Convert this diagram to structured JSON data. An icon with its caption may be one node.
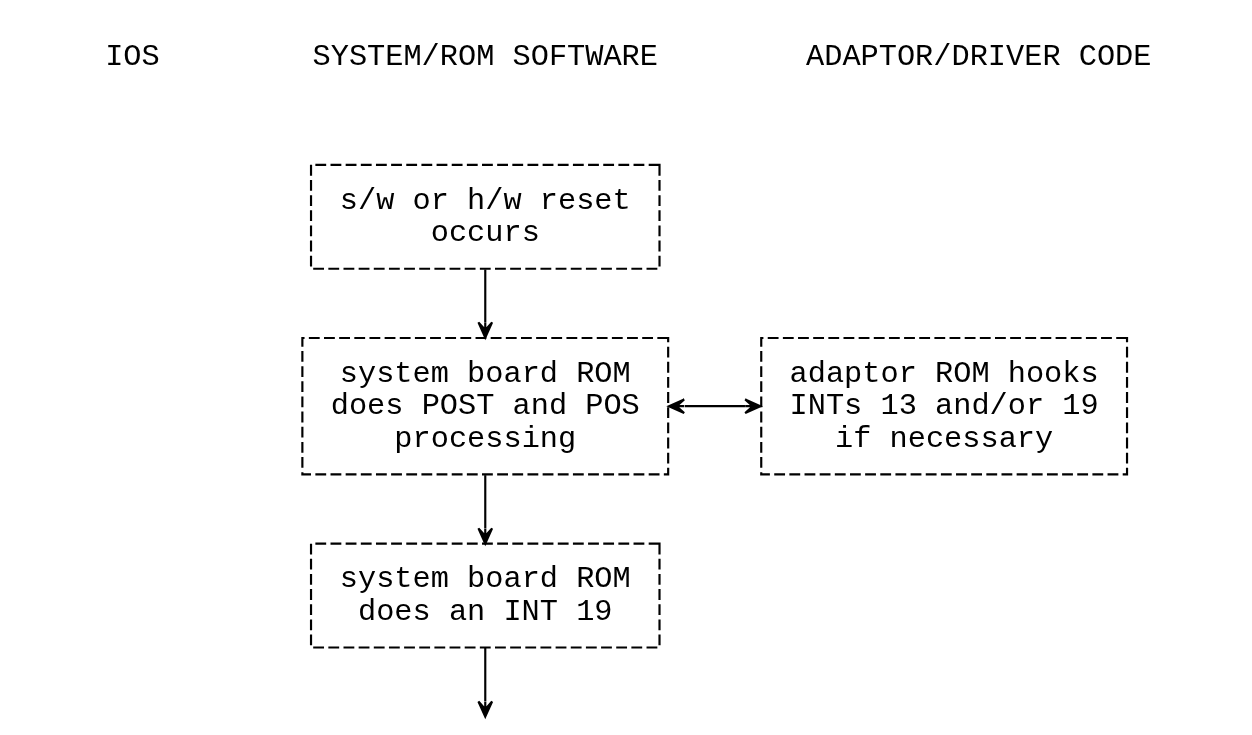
{
  "diagram": {
    "nodes": [
      {
        "text": [
          "s/w or h/w reset occurs"
        ]
      },
      {
        "text": [
          "system board ROM does POST and POS processing"
        ]
      },
      {
        "text": [
          "system board ROM does an INT 19"
        ]
      },
      {
        "text": [
          "adaptor ROM hooks INTs 13 and/or 19 if necessary"
        ]
      }
    ],
    "edges": [
      {
        "from": 0,
        "to": 1,
        "arrow": "to"
      },
      {
        "from": 1,
        "to": 2,
        "arrow": "to"
      },
      {
        "from": 1,
        "to": 3,
        "arrow": "both"
      },
      {
        "from": 2,
        "to": null,
        "arrow": "to"
      }
    ],
    "labels": [
      "IOS",
      "SYSTEM/ROM SOFTWARE",
      "ADAPTOR/DRIVER CODE"
    ]
  }
}
